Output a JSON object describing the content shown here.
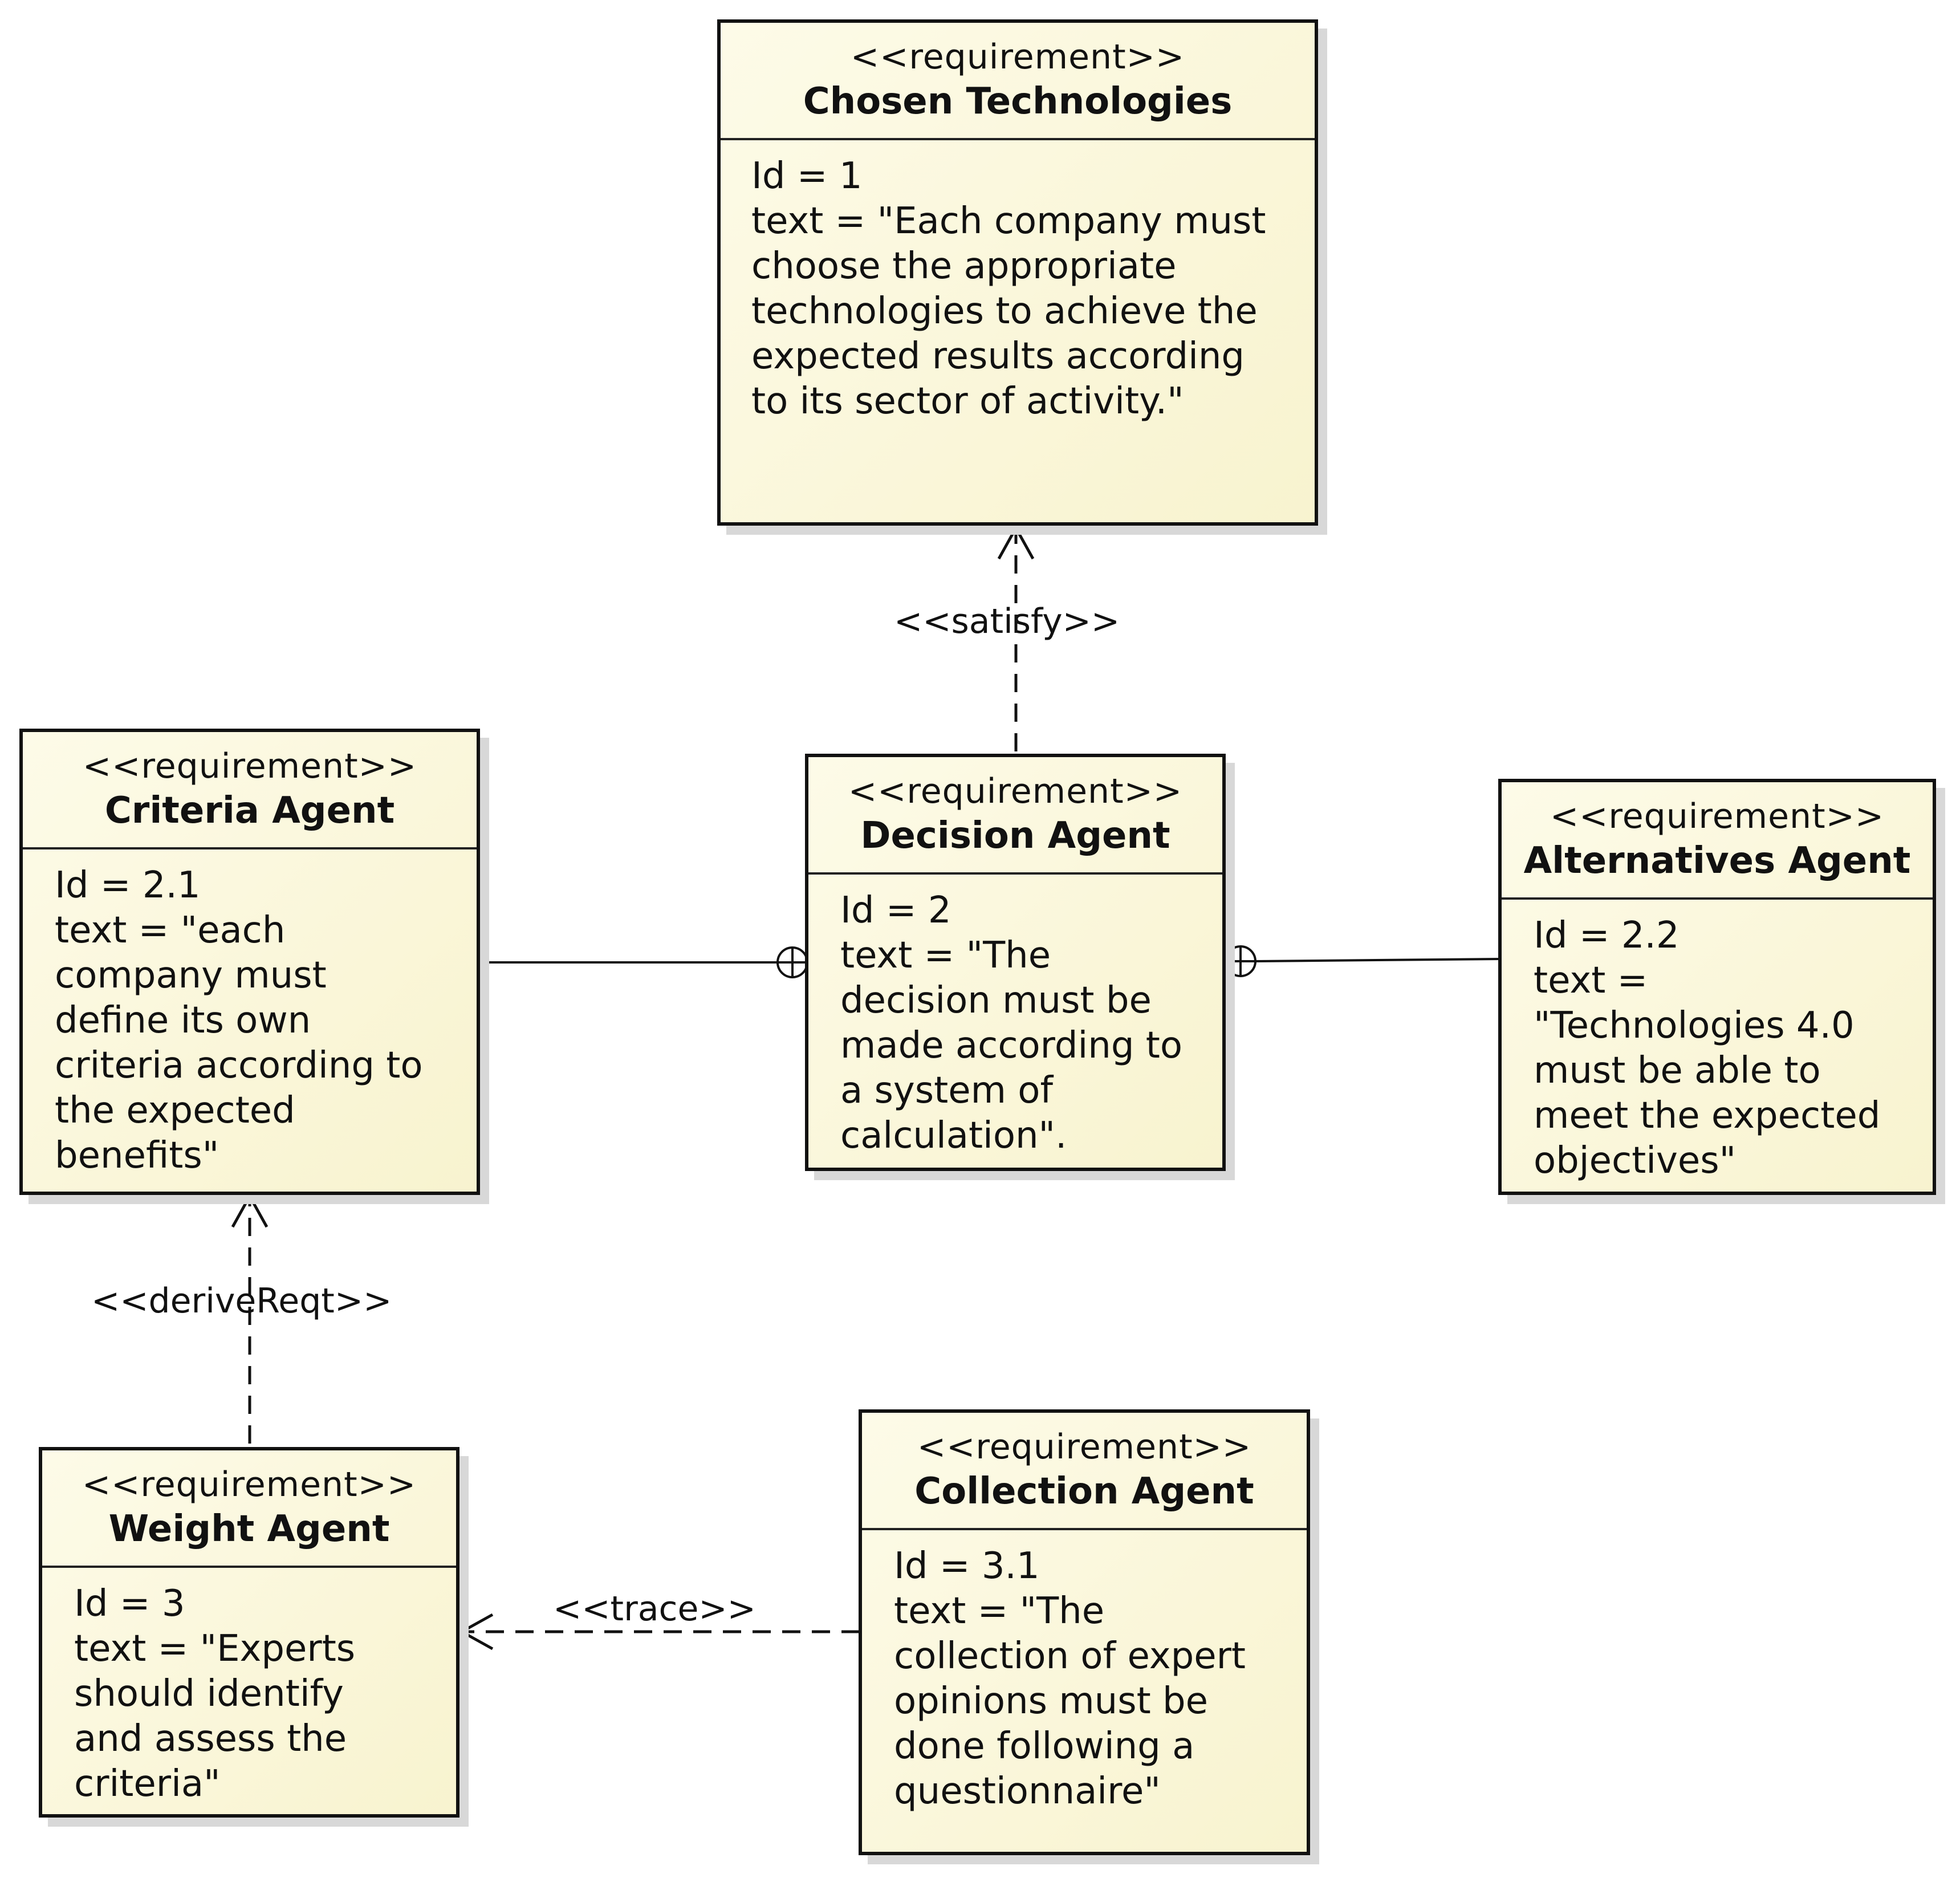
{
  "requirements": {
    "chosen_technologies": {
      "stereotype": "<<requirement>>",
      "name": "Chosen Technologies",
      "id_line": "Id = 1",
      "text_lines": [
        "text = \"Each company must",
        "choose the appropriate",
        "technologies to achieve the",
        "expected results according",
        "to its sector of activity.\""
      ]
    },
    "criteria_agent": {
      "stereotype": "<<requirement>>",
      "name": "Criteria Agent",
      "id_line": "Id = 2.1",
      "text_lines": [
        "text = \"each",
        "company must",
        "define its own",
        "criteria according to",
        "the expected",
        "benefits\""
      ]
    },
    "decision_agent": {
      "stereotype": "<<requirement>>",
      "name": "Decision Agent",
      "id_line": "Id = 2",
      "text_lines": [
        "text = \"The",
        "decision must be",
        "made according to",
        "a system of",
        "calculation\"."
      ]
    },
    "alternatives_agent": {
      "stereotype": "<<requirement>>",
      "name": "Alternatives Agent",
      "id_line": "Id = 2.2",
      "text_lines": [
        "text =",
        "\"Technologies 4.0",
        "must be able to",
        "meet the expected",
        "objectives\""
      ]
    },
    "weight_agent": {
      "stereotype": "<<requirement>>",
      "name": "Weight Agent",
      "id_line": "Id = 3",
      "text_lines": [
        "text = \"Experts",
        "should identify",
        "and assess the",
        "criteria\""
      ]
    },
    "collection_agent": {
      "stereotype": "<<requirement>>",
      "name": "Collection Agent",
      "id_line": "Id = 3.1",
      "text_lines": [
        "text = \"The",
        "collection of expert",
        "opinions must be",
        "done following a",
        "questionnaire\""
      ]
    }
  },
  "relationships": {
    "satisfy": "<<satisfy>>",
    "derive": "<<deriveReqt>>",
    "trace": "<<trace>>"
  }
}
